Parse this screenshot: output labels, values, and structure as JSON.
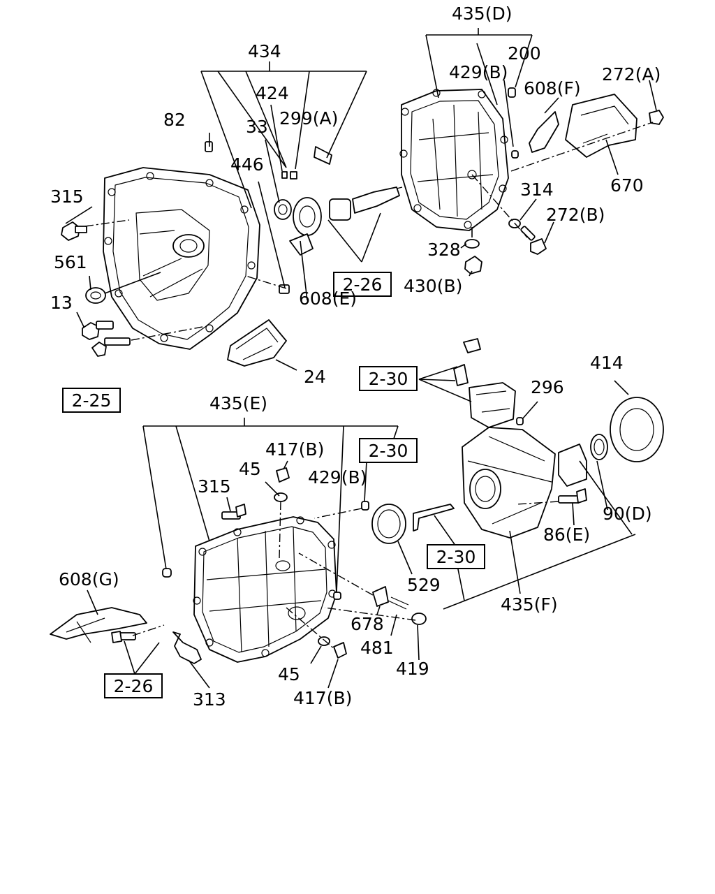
{
  "labels": {
    "l434": "434",
    "l424": "424",
    "l299a": "299(A)",
    "l33": "33",
    "l82": "82",
    "l446": "446",
    "l315a": "315",
    "l561": "561",
    "l13": "13",
    "l608e": "608(E)",
    "l24": "24",
    "l435d": "435(D)",
    "l200": "200",
    "l429b_a": "429(B)",
    "l608f": "608(F)",
    "l272a": "272(A)",
    "l670": "670",
    "l314": "314",
    "l272b": "272(B)",
    "l328": "328",
    "l430b": "430(B)",
    "l435e": "435(E)",
    "l417b_a": "417(B)",
    "l45a": "45",
    "l315b": "315",
    "l429b_b": "429(B)",
    "l296": "296",
    "l414": "414",
    "l90d": "90(D)",
    "l86e": "86(E)",
    "l529": "529",
    "l435f": "435(F)",
    "l608g": "608(G)",
    "l678": "678",
    "l481": "481",
    "l419": "419",
    "l45b": "45",
    "l417b_b": "417(B)",
    "l313": "313"
  },
  "refs": {
    "r226a": "2-26",
    "r225": "2-25",
    "r230a": "2-30",
    "r230b": "2-30",
    "r230c": "2-30",
    "r226b": "2-26"
  }
}
